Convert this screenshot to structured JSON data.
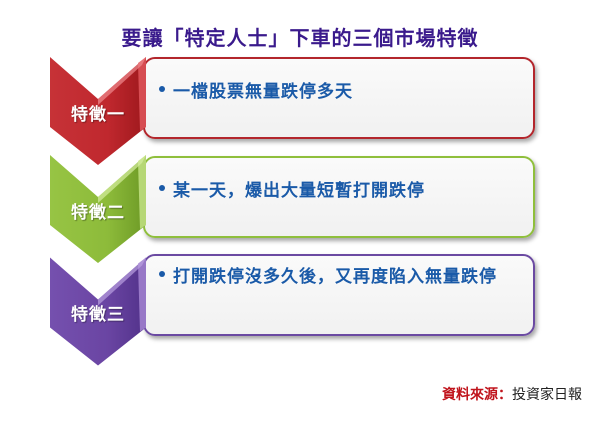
{
  "title": "要讓「特定人士」下車的三個市場特徵",
  "features": [
    {
      "label": "特徵一",
      "text": "一檔股票無量跌停多天",
      "color": "#c0282e",
      "light": "#e35a5f",
      "dark": "#8e1418",
      "border": "#b3262c"
    },
    {
      "label": "特徵二",
      "text": "某一天，爆出大量短暫打開跌停",
      "color": "#8dbb3a",
      "light": "#b6dc6c",
      "dark": "#5e8a1c",
      "border": "#8fbf3c"
    },
    {
      "label": "特徵三",
      "text": "打開跌停沒多久後，又再度陷入無量跌停",
      "color": "#6a45a3",
      "light": "#9a78cc",
      "dark": "#46287a",
      "border": "#6b4aa2"
    }
  ],
  "source": {
    "label": "資料來源：",
    "value": "投資家日報"
  },
  "colors": {
    "title": "#3a1a8c",
    "body_text": "#1a5aa8",
    "source_label": "#c0141c"
  }
}
